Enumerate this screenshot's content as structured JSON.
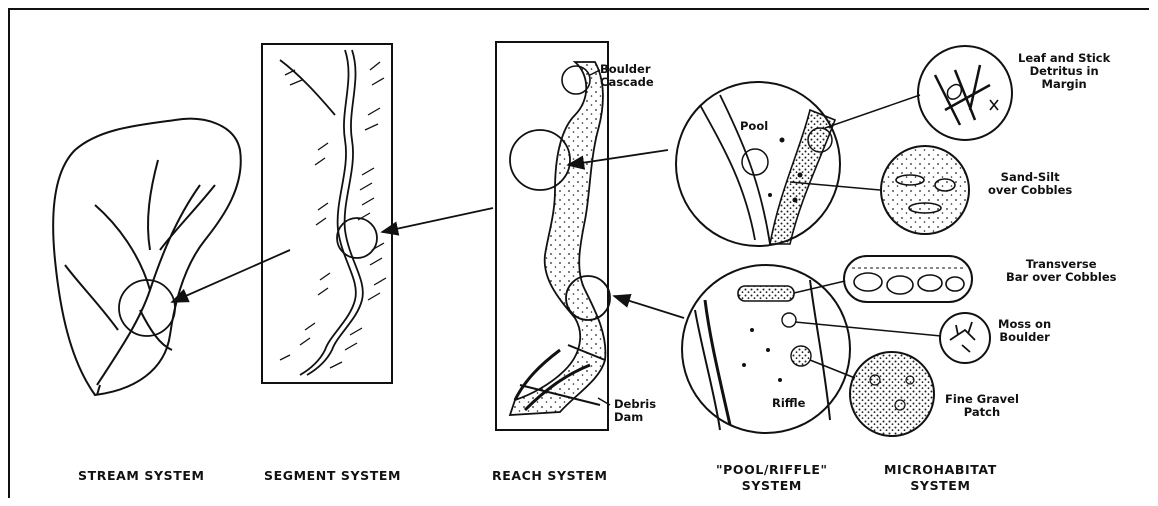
{
  "systems": {
    "stream": "STREAM SYSTEM",
    "segment": "SEGMENT SYSTEM",
    "reach": "REACH SYSTEM",
    "pool_riffle_line1": "\"POOL/RIFFLE\"",
    "pool_riffle_line2": "SYSTEM",
    "microhabitat_line1": "MICROHABITAT",
    "microhabitat_line2": "SYSTEM"
  },
  "labels": {
    "boulder_line1": "Boulder",
    "boulder_line2": "Cascade",
    "debris_line1": "Debris",
    "debris_line2": "Dam",
    "pool": "Pool",
    "riffle": "Riffle",
    "leaf_line1": "Leaf and Stick",
    "leaf_line2": "Detritus in",
    "leaf_line3": "Margin",
    "sand_line1": "Sand-Silt",
    "sand_line2": "over Cobbles",
    "bar_line1": "Transverse",
    "bar_line2": "Bar over Cobbles",
    "moss_line1": "Moss on",
    "moss_line2": "Boulder",
    "gravel_line1": "Fine Gravel",
    "gravel_line2": "Patch"
  }
}
